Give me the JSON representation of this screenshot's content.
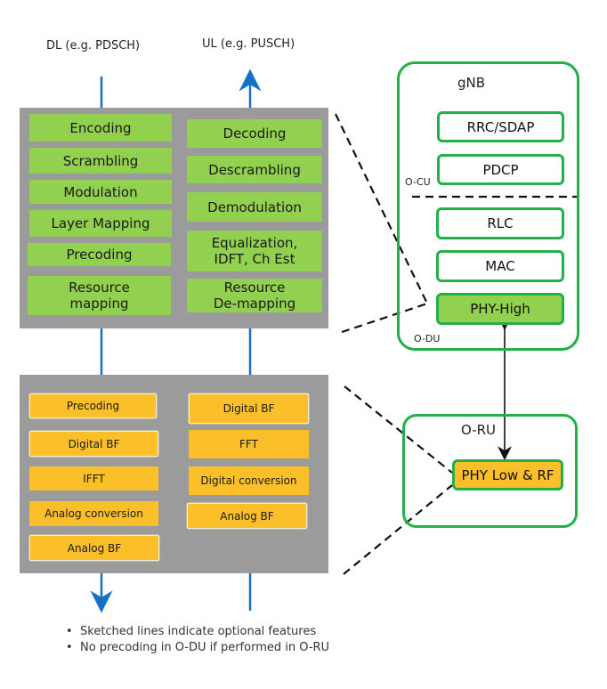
{
  "headers": {
    "dl": "DL (e.g. PDSCH)",
    "ul": "UL (e.g. PUSCH)"
  },
  "phy_high_panel": {
    "dl_blocks": [
      "Encoding",
      "Scrambling",
      "Modulation",
      "Layer Mapping",
      "Precoding",
      "Resource mapping"
    ],
    "ul_blocks": [
      "Decoding",
      "Descrambling",
      "Demodulation",
      "Equalization, IDFT, Ch Est",
      "Resource De-mapping"
    ]
  },
  "phy_low_panel": {
    "dl_blocks": [
      {
        "label": "Precoding",
        "optional": true
      },
      {
        "label": "Digital BF",
        "optional": true
      },
      {
        "label": "IFFT",
        "optional": false
      },
      {
        "label": "Analog conversion",
        "optional": false
      },
      {
        "label": "Analog BF",
        "optional": true
      }
    ],
    "ul_blocks": [
      {
        "label": "Digital BF",
        "optional": true
      },
      {
        "label": "FFT",
        "optional": false
      },
      {
        "label": "Digital conversion",
        "optional": false
      },
      {
        "label": "Analog BF",
        "optional": true
      }
    ]
  },
  "gnb": {
    "title": "gNB",
    "ocu_label": "O-CU",
    "odu_label": "O-DU",
    "layers": [
      "RRC/SDAP",
      "PDCP",
      "RLC",
      "MAC",
      "PHY-High"
    ]
  },
  "oru": {
    "title": "O-RU",
    "block": "PHY Low & RF"
  },
  "notes": [
    "Sketched lines indicate optional features",
    "No precoding in O-DU if performed in O-RU"
  ],
  "colors": {
    "panel_gray": "#9b9b9b",
    "phy_high_green": "#92d050",
    "phy_low_orange": "#fbbf2a",
    "frame_green": "#22b04b",
    "flow_blue": "#1670c8"
  }
}
